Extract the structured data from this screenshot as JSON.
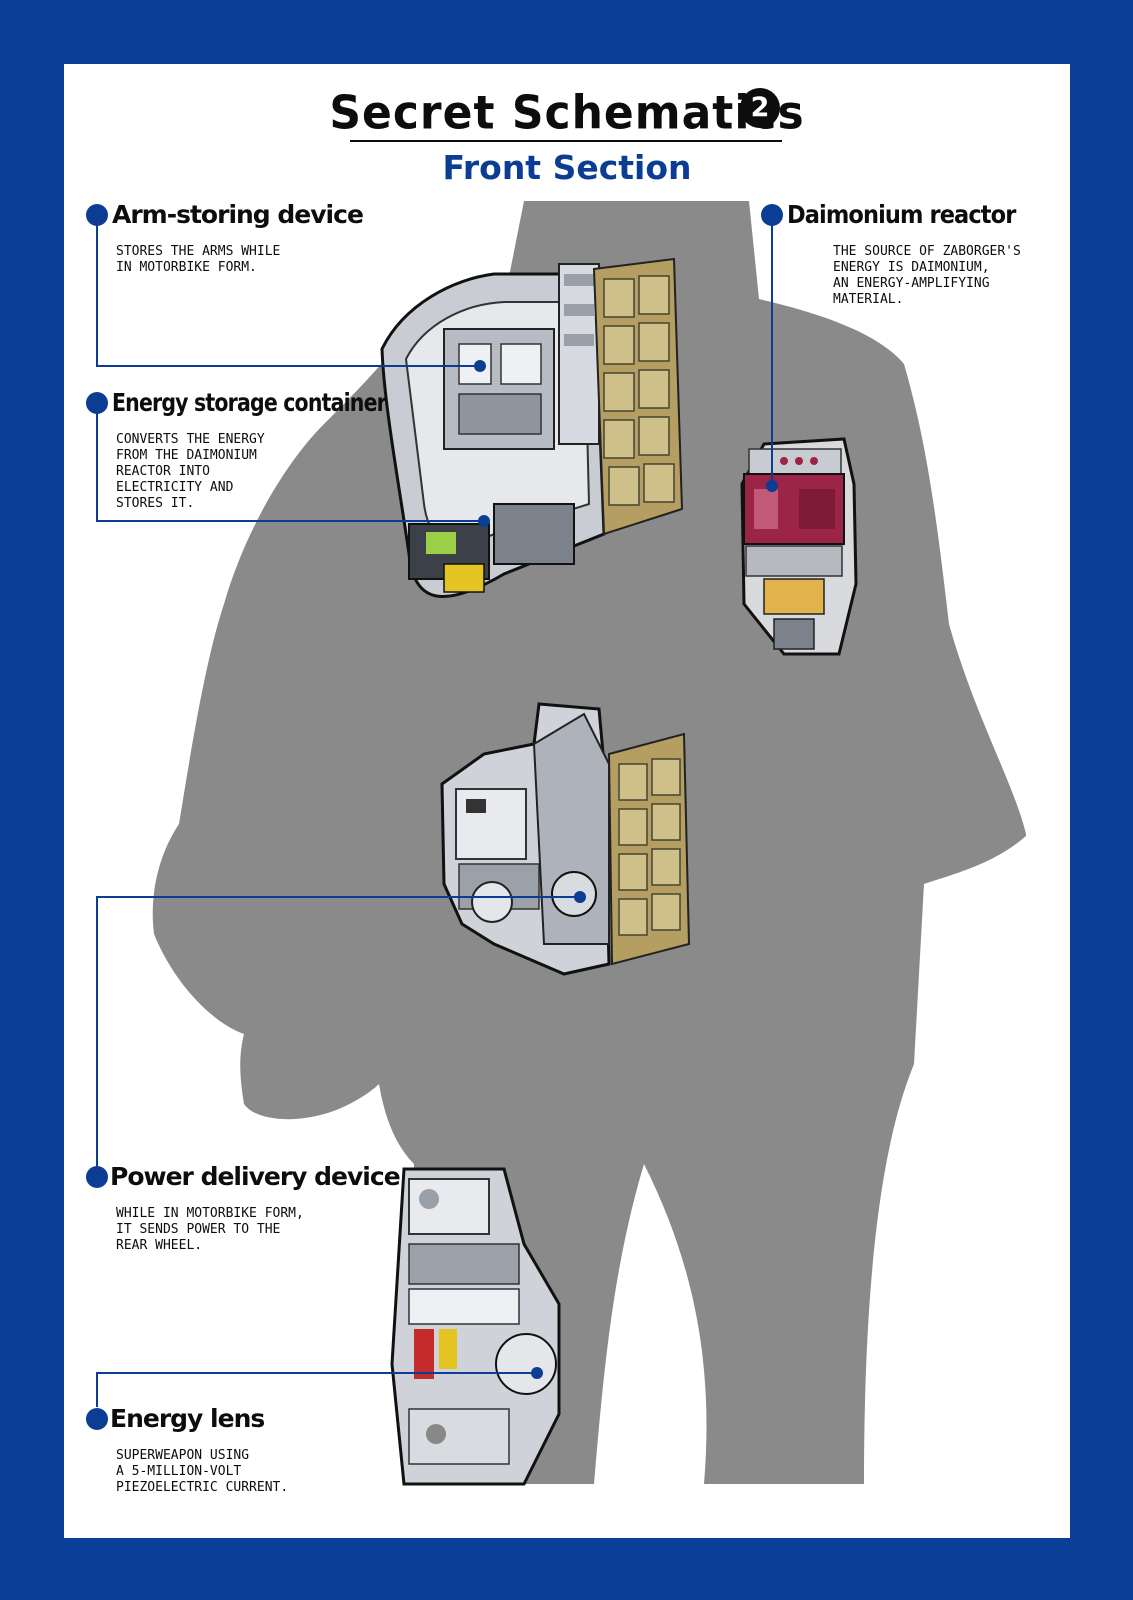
{
  "page": {
    "title": "Secret Schematics",
    "badge": "2",
    "subtitle": "Front Section"
  },
  "colors": {
    "frame": "#0a3f97",
    "accent": "#0b3d95",
    "silhouette": "#8a8a8a",
    "reactor": "#9c2446",
    "armor": "#b59e62"
  },
  "callouts": {
    "arm_storing": {
      "name": "Arm-storing device",
      "desc": "Stores the arms while\nin motorbike form."
    },
    "energy_storage": {
      "name": "Energy storage container",
      "desc": "Converts the energy\nfrom the Daimonium\nreactor into\nelectricity and\nstores it."
    },
    "reactor": {
      "name": "Daimonium reactor",
      "desc": "The source of Zaborger's\nenergy is Daimonium,\nan energy-amplifying\nmaterial."
    },
    "power_delivery": {
      "name": "Power delivery device",
      "desc": "While in motorbike form,\nit sends power to the\nrear wheel."
    },
    "energy_lens": {
      "name": "Energy lens",
      "desc": "Superweapon using\na 5-million-volt\npiezoelectric current."
    }
  }
}
